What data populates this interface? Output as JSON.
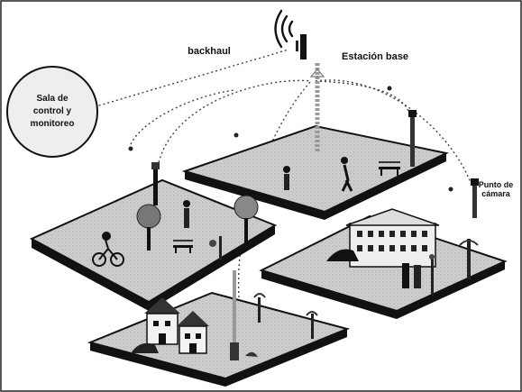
{
  "labels": {
    "backhaul": "backhaul",
    "base_station": "Estación base",
    "control_room_line1": "Sala de",
    "control_room_line2": "control y",
    "control_room_line3": "monitoreo",
    "camera_point_line1": "Punto de",
    "camera_point_line2": "cámara"
  },
  "icons": [
    "wifi-signal-icon",
    "antenna-tower-icon",
    "camera-pole-icon",
    "tree-icon",
    "cyclist-icon",
    "pedestrian-icon",
    "bench-icon",
    "house-icon",
    "building-icon",
    "car-icon"
  ],
  "colors": {
    "ground": "#c8c8c8",
    "ground_edge": "#111111",
    "ink": "#1a1a1a",
    "dotted": "#555555"
  }
}
